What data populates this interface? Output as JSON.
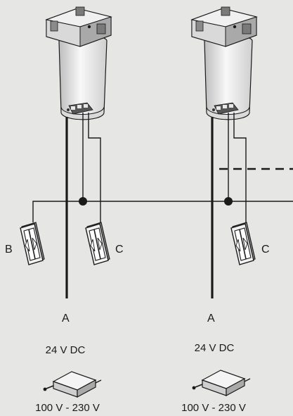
{
  "labels": {
    "wire_a": "A",
    "switch_b": "B",
    "switch_c": "C",
    "psu_output": "24 V DC",
    "psu_input": "100 V - 230 V"
  },
  "units": [
    {
      "wire_label": "A",
      "switch_label": "C",
      "output": "24 V DC",
      "input": "100 V - 230 V",
      "has_switch_b": true,
      "has_dashed_link": false
    },
    {
      "wire_label": "A",
      "switch_label": "C",
      "output": "24 V DC",
      "input": "100 V - 230 V",
      "has_switch_b": false,
      "has_dashed_link": true
    }
  ],
  "colors": {
    "background": "#e6e6e5",
    "line": "#1a1a1a",
    "device_light": "#f7f7f7",
    "device_mid": "#dcdcdc",
    "device_dark": "#a9a9a9"
  },
  "icons": [
    "drive-unit-icon",
    "rocker-switch-icon",
    "power-supply-icon",
    "junction-dot-icon"
  ]
}
